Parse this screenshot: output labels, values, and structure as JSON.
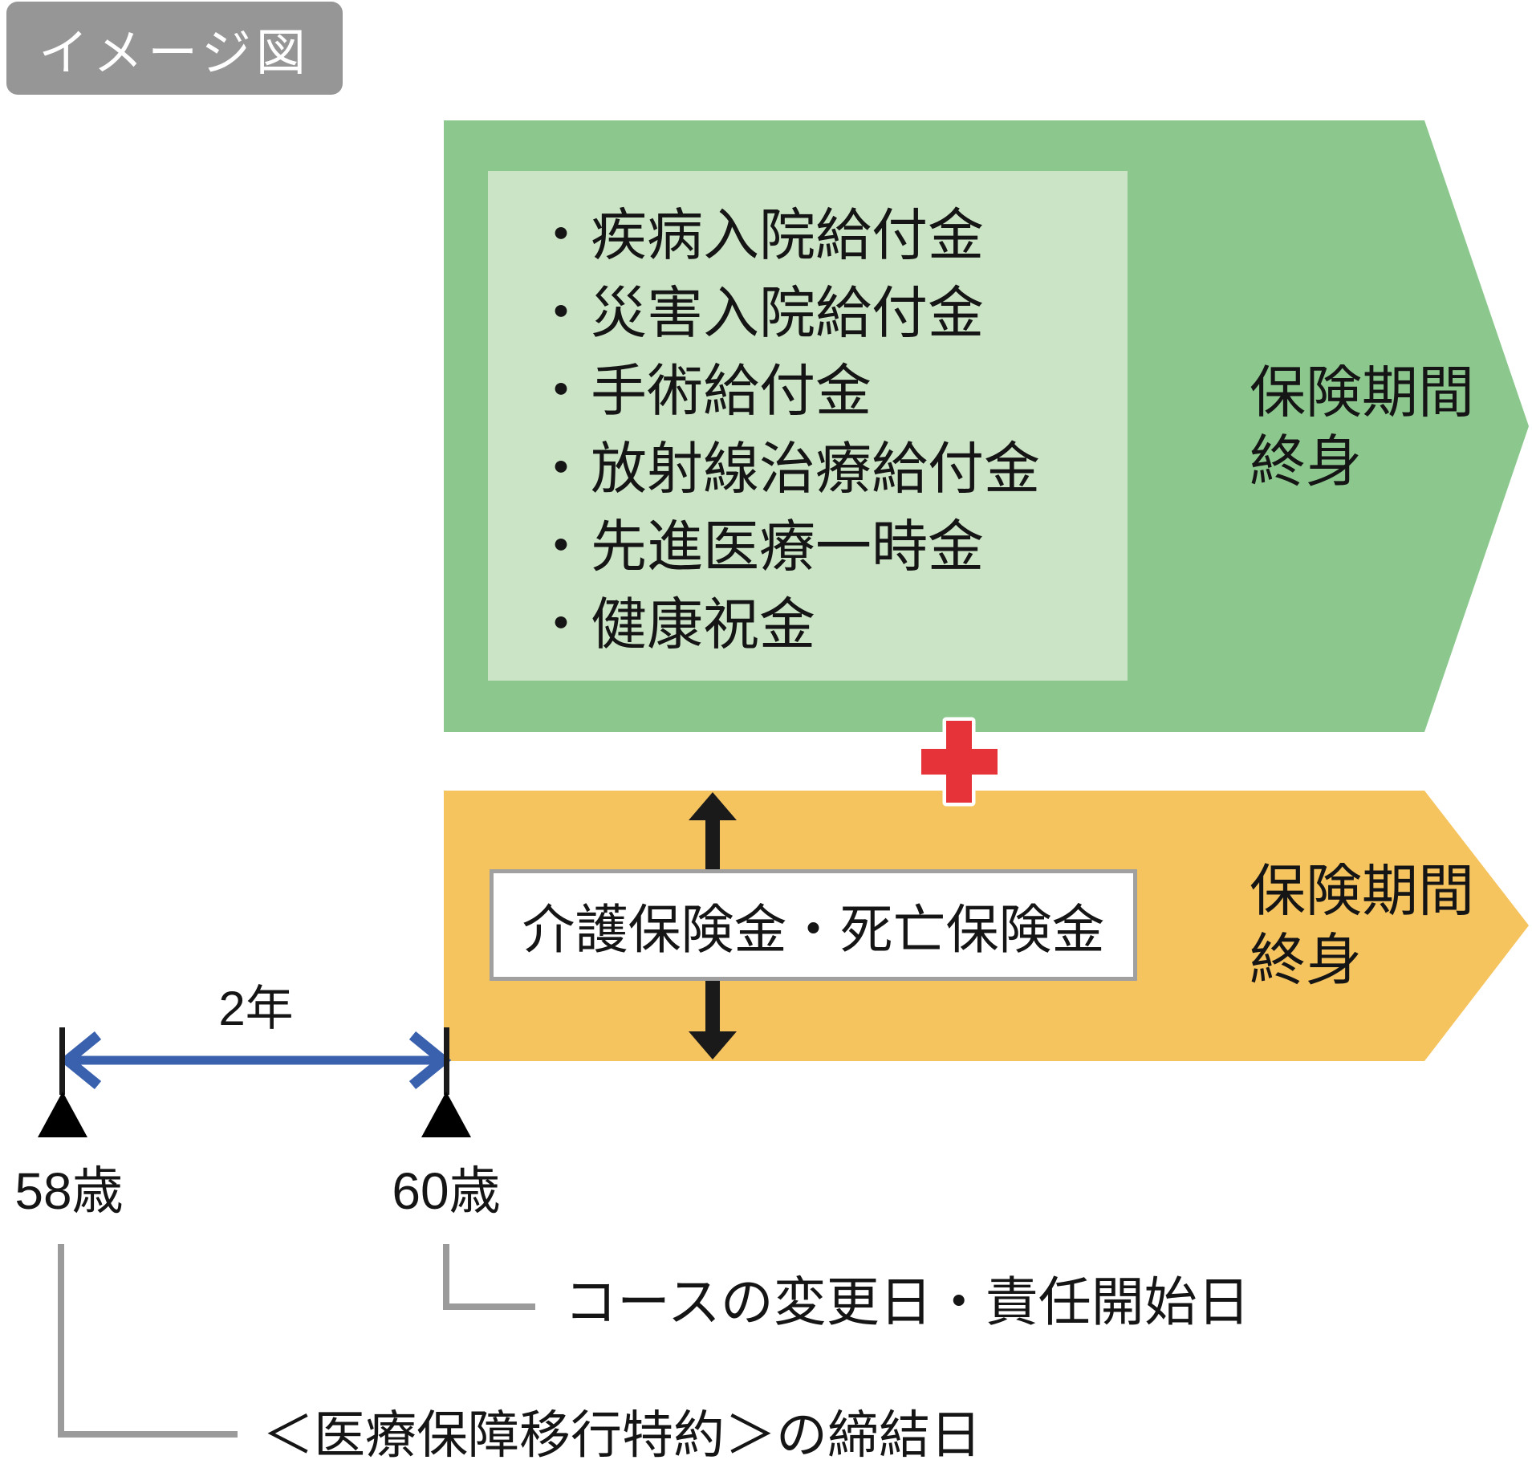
{
  "tag": {
    "label": "イメージ図"
  },
  "green_arrow": {
    "period_label_line1": "保険期間",
    "period_label_line2": "終身"
  },
  "benefits": {
    "bullet": "・",
    "items": [
      "疾病入院給付金",
      "災害入院給付金",
      "手術給付金",
      "放射線治療給付金",
      "先進医療一時金",
      "健康祝金"
    ]
  },
  "plus": {
    "symbol": "+"
  },
  "orange_arrow": {
    "benefit_label": "介護保険金・死亡保険金",
    "period_label_line1": "保険期間",
    "period_label_line2": "終身"
  },
  "timeline": {
    "duration_label": "2年",
    "start_age_label": "58歳",
    "end_age_label": "60歳",
    "end_age_note": "コースの変更日・責任開始日",
    "start_age_note": "＜医療保障移行特約＞の締結日"
  },
  "colors": {
    "green": "#8CC88E",
    "light_green": "#CBE4C6",
    "orange": "#F6C45F",
    "red": "#E6333A",
    "blue": "#3A61AE",
    "black_arrow": "#1A1A1A",
    "tag_gray": "#969696",
    "connector_gray": "#9B9B9B",
    "box_border_gray": "#A0A0A0",
    "text": "#151515"
  }
}
